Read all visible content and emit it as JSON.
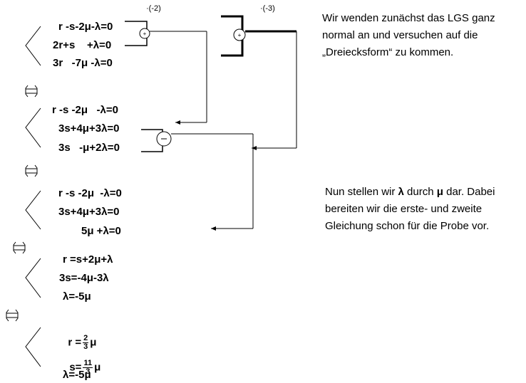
{
  "multipliers": {
    "first": "·(-2)",
    "second": "·(-3)"
  },
  "system1": {
    "eq1": "r -s-2μ-λ=0",
    "eq2": "2r+s    +λ=0",
    "eq3": "3r   -7μ -λ=0"
  },
  "system2": {
    "eq1": "r -s -2μ   -λ=0",
    "eq2": "3s+4μ+3λ=0",
    "eq3": "3s   -μ+2λ=0"
  },
  "system3": {
    "eq1": "r -s -2μ  -λ=0",
    "eq2": "3s+4μ+3λ=0",
    "eq3": "5μ +λ=0"
  },
  "system4": {
    "eq1": "r =s+2μ+λ",
    "eq2": "3s=-4μ-3λ",
    "eq3": "λ=-5μ"
  },
  "system5": {
    "eq1_prefix": "r =",
    "eq1_num": "2",
    "eq1_den": "3",
    "eq1_suffix": "μ",
    "eq2_prefix": "s=",
    "eq2_num": "11",
    "eq2_den": "3",
    "eq2_suffix": "μ",
    "eq3": "λ=-5μ"
  },
  "notes": {
    "note1": {
      "line1": "Wir wenden zunächst das LGS ganz",
      "line2": "normal an und versuchen auf die",
      "line3": "„Dreiecksform“ zu kommen."
    },
    "note2": {
      "line1_a": "Nun stellen wir ",
      "line1_b": "λ",
      "line1_c": " durch ",
      "line1_d": "μ",
      "line1_e": " dar. Dabei",
      "line2": "bereiten wir die erste- und zweite",
      "line3": "Gleichung schon für die Probe vor."
    }
  }
}
